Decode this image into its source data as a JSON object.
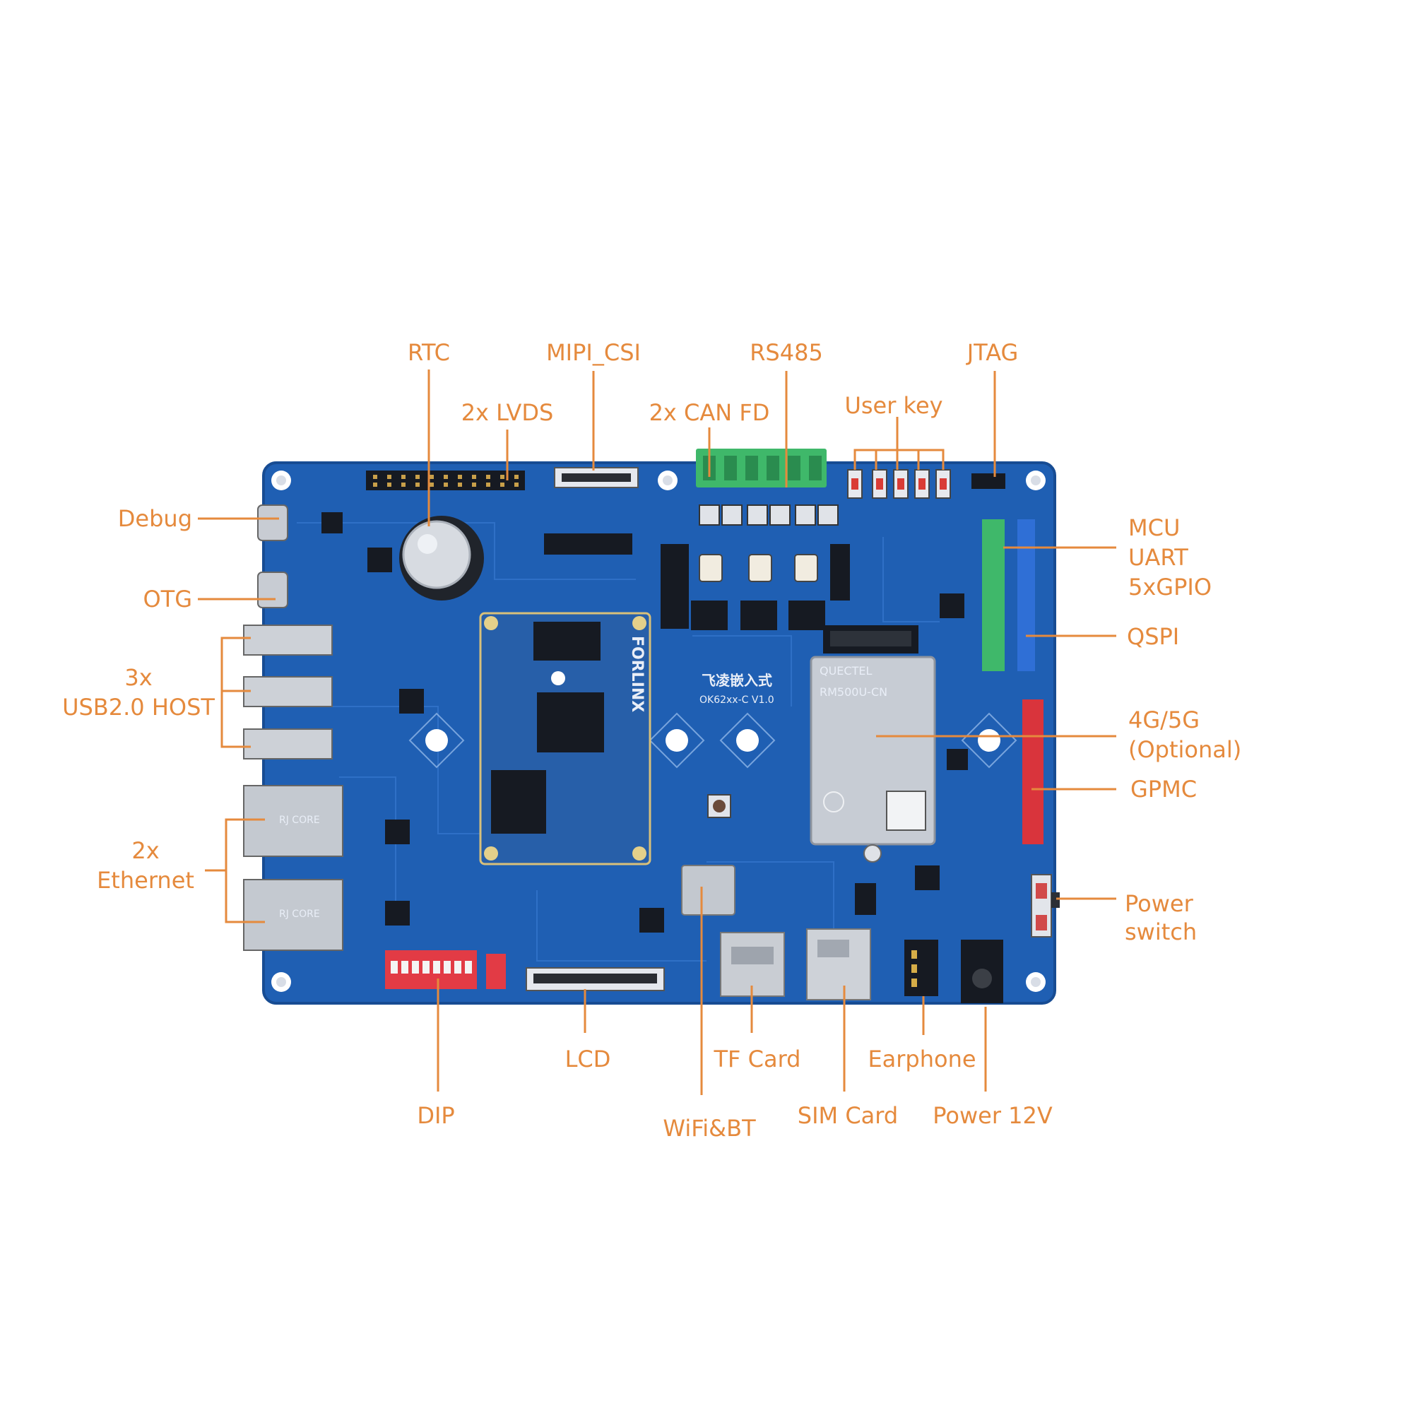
{
  "labels": {
    "rtc": "RTC",
    "mipi_csi": "MIPI_CSI",
    "rs485": "RS485",
    "jtag": "JTAG",
    "lvds": "2x LVDS",
    "can_fd": "2x CAN FD",
    "user_key": "User key",
    "debug": "Debug",
    "otg": "OTG",
    "usb_line1": "3x",
    "usb_line2": "USB2.0 HOST",
    "eth_line1": "2x",
    "eth_line2": "Ethernet",
    "mcu_line1": "MCU",
    "mcu_line2": "UART",
    "mcu_line3": "5xGPIO",
    "qspi": "QSPI",
    "g45_line1": "4G/5G",
    "g45_line2": "(Optional)",
    "gpmc": "GPMC",
    "power_switch_line1": "Power",
    "power_switch_line2": "switch",
    "lcd": "LCD",
    "tf_card": "TF Card",
    "earphone": "Earphone",
    "dip": "DIP",
    "wifi_bt": "WiFi&BT",
    "sim_card": "SIM Card",
    "power_12v": "Power 12V"
  },
  "board": {
    "brand": "FORLINX",
    "brand_cn": "飞凌嵌入式",
    "model": "OK62xx-C V1.0",
    "module_vendor": "QUECTEL",
    "module_model": "RM500U-CN",
    "rj45_text": "RJ CORE"
  },
  "colors": {
    "label": "#e58a3d",
    "board": "#1f5fb3",
    "board_edge": "#174c93",
    "header_green": "#3fb86a",
    "header_blue": "#2f6fd6",
    "header_red": "#d9343c",
    "dip_red": "#e23b45"
  }
}
